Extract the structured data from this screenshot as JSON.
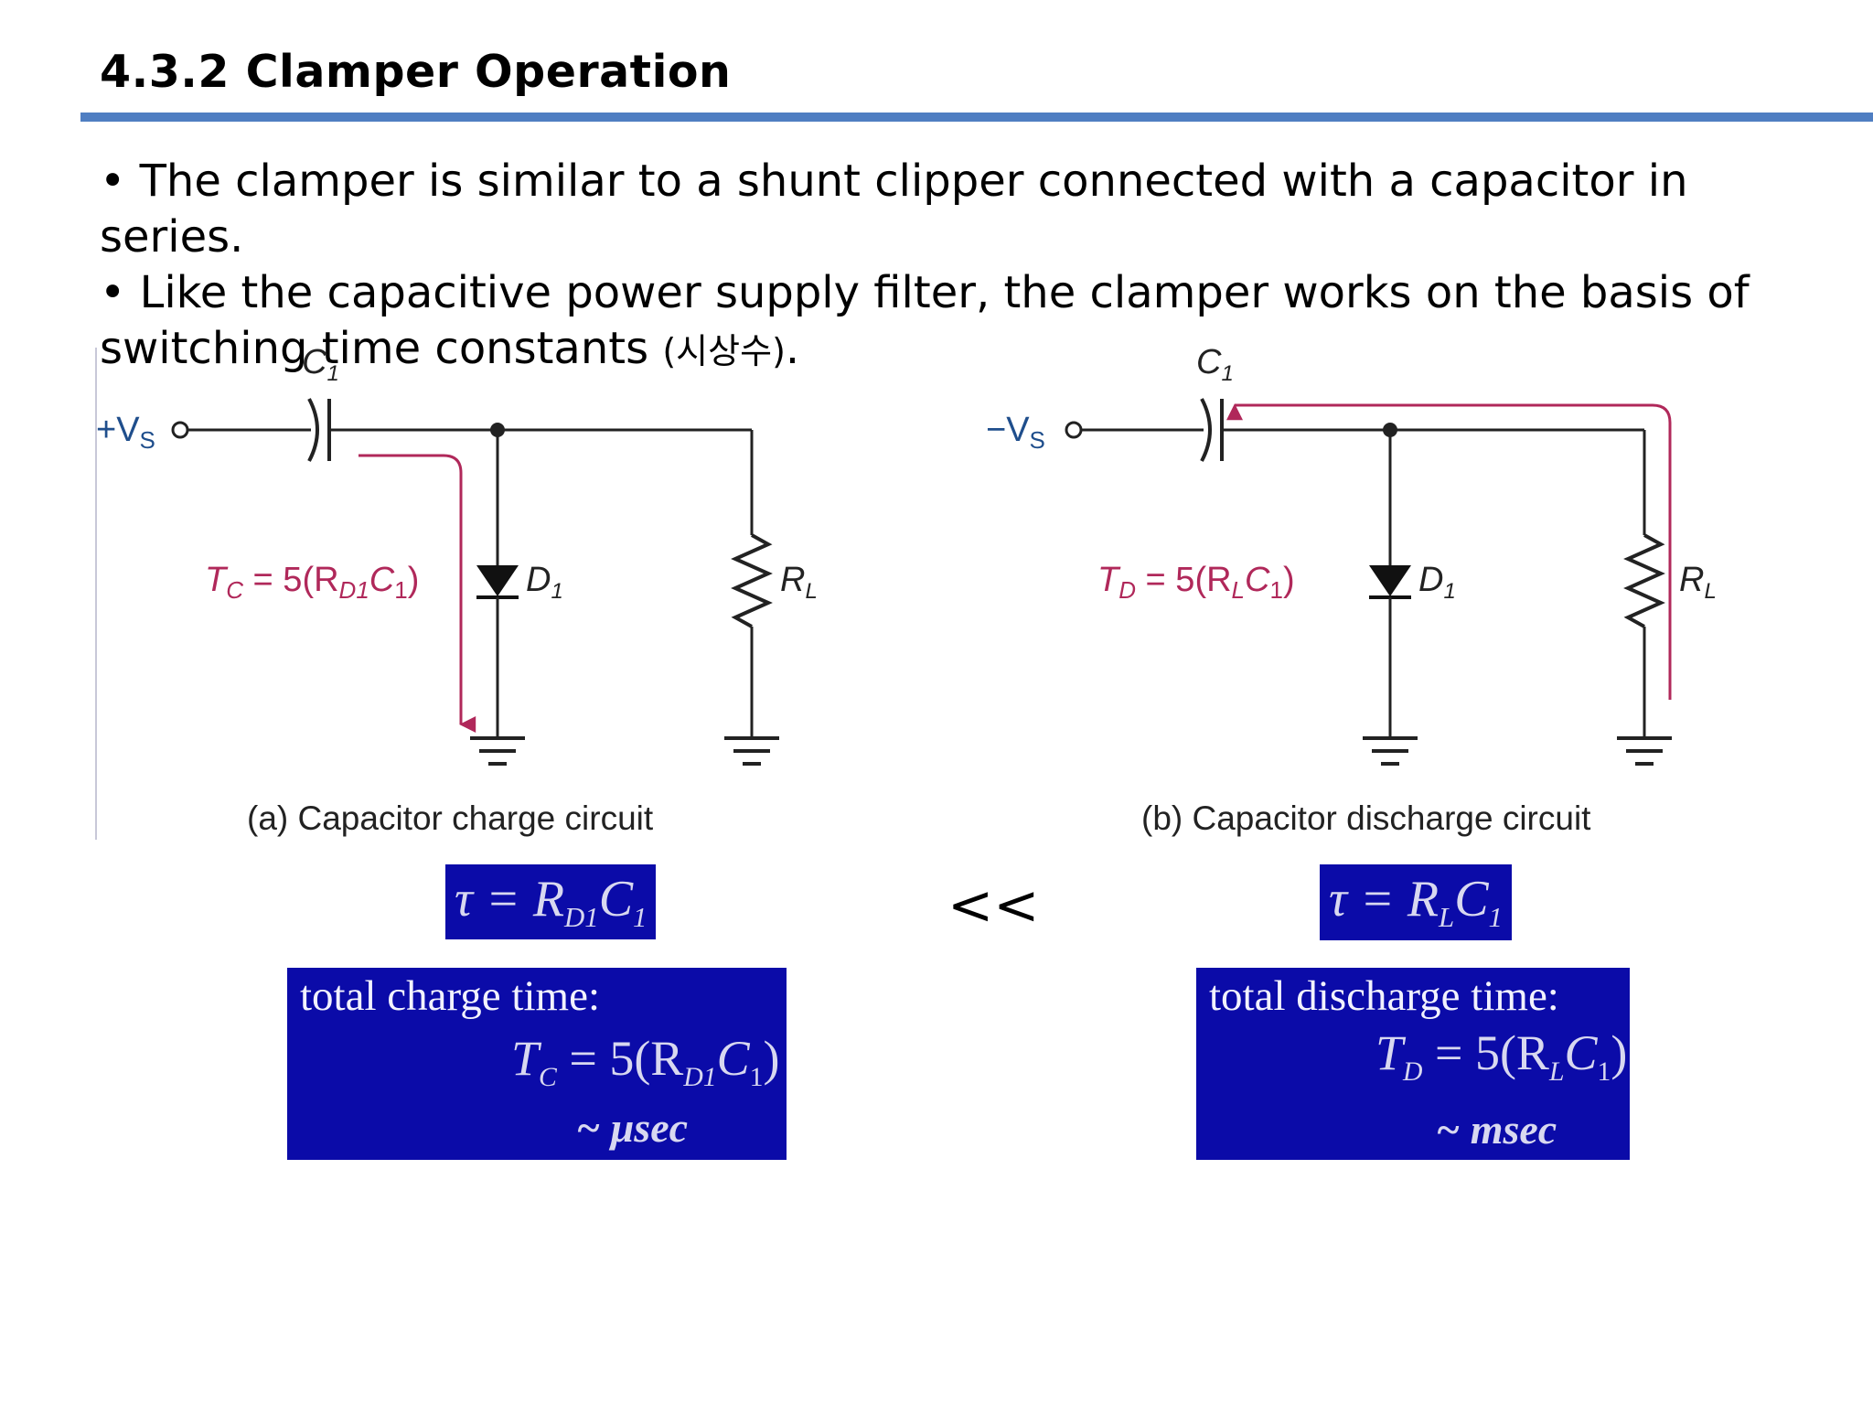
{
  "title": "4.3.2 Clamper Operation",
  "bullets": [
    "• The clamper is similar to a shunt clipper connected with a capacitor in series.",
    "• Like the capacitive power supply filter, the clamper works on the basis of",
    "switching time constants",
    "(시상수)",
    "."
  ],
  "circuit_a": {
    "source": "+V",
    "source_sub": "S",
    "cap": "C",
    "cap_sub": "1",
    "diode": "D",
    "diode_sub": "1",
    "resistor": "R",
    "resistor_sub": "L",
    "time_label": "T",
    "time_label_sub": "C",
    "time_eq": " = 5(R",
    "time_eq_sub1": "D1",
    "time_eq_mid": "C",
    "time_eq_sub2": "1",
    "time_eq_end": ")",
    "caption": "(a) Capacitor charge circuit"
  },
  "circuit_b": {
    "source": "−V",
    "source_sub": "S",
    "cap": "C",
    "cap_sub": "1",
    "diode": "D",
    "diode_sub": "1",
    "resistor": "R",
    "resistor_sub": "L",
    "time_label": "T",
    "time_label_sub": "D",
    "time_eq": " = 5(R",
    "time_eq_sub1": "L",
    "time_eq_mid": "C",
    "time_eq_sub2": "1",
    "time_eq_end": ")",
    "caption": "(b) Capacitor discharge circuit"
  },
  "compare": "<<",
  "tau_a": {
    "lhs": "τ = R",
    "sub1": "D1",
    "c": "C",
    "sub2": "1"
  },
  "tau_b": {
    "lhs": "τ = R",
    "sub1": "L",
    "c": "C",
    "sub2": "1"
  },
  "box_a": {
    "label": "total charge time:",
    "t": "T",
    "t_sub": "C",
    "eq": " = 5(R",
    "sub1": "D1",
    "c": "C",
    "sub2": "1",
    "end": ")",
    "unit": "~ μsec"
  },
  "box_b": {
    "label": "total discharge time:",
    "t": "T",
    "t_sub": "D",
    "eq": " = 5(R",
    "sub1": "L",
    "c": "C",
    "sub2": "1",
    "end": ")",
    "unit": "~ msec"
  },
  "colors": {
    "wire": "#222222",
    "current": "#b0285a",
    "source": "#1f4e8c",
    "box": "#0b0ba8",
    "rule": "#4f7ec2"
  }
}
